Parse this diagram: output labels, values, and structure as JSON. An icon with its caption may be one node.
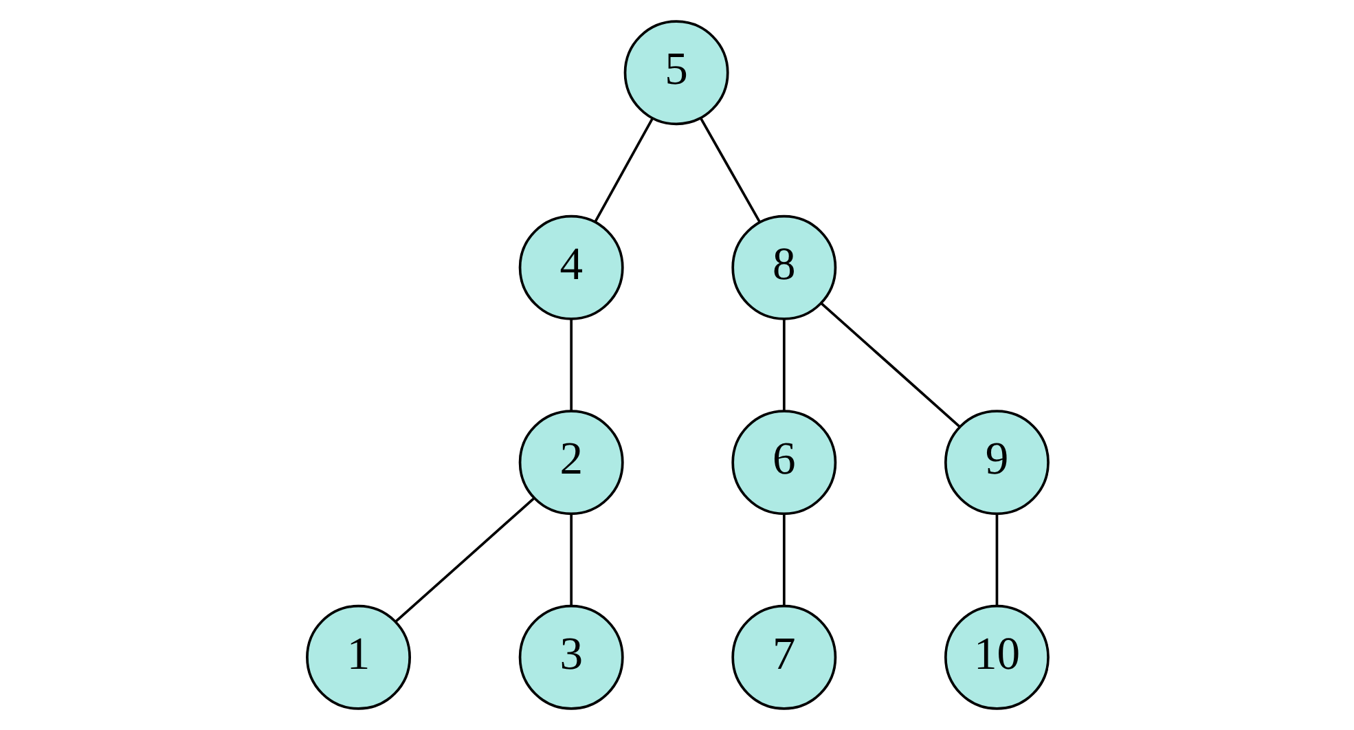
{
  "diagram": {
    "nodes": [
      {
        "text": [
          "5"
        ]
      },
      {
        "text": [
          "4"
        ]
      },
      {
        "text": [
          "8"
        ]
      },
      {
        "text": [
          "2"
        ]
      },
      {
        "text": [
          "6"
        ]
      },
      {
        "text": [
          "9"
        ]
      },
      {
        "text": [
          "1"
        ]
      },
      {
        "text": [
          "3"
        ]
      },
      {
        "text": [
          "7"
        ]
      },
      {
        "text": [
          "10"
        ]
      }
    ],
    "edges": [
      {
        "from": 0,
        "to": 1,
        "arrow": "none"
      },
      {
        "from": 0,
        "to": 2,
        "arrow": "none"
      },
      {
        "from": 1,
        "to": 3,
        "arrow": "none"
      },
      {
        "from": 2,
        "to": 4,
        "arrow": "none"
      },
      {
        "from": 2,
        "to": 5,
        "arrow": "none"
      },
      {
        "from": 3,
        "to": 6,
        "arrow": "none"
      },
      {
        "from": 3,
        "to": 7,
        "arrow": "none"
      },
      {
        "from": 4,
        "to": 8,
        "arrow": "none"
      },
      {
        "from": 5,
        "to": 9,
        "arrow": "none"
      }
    ]
  }
}
